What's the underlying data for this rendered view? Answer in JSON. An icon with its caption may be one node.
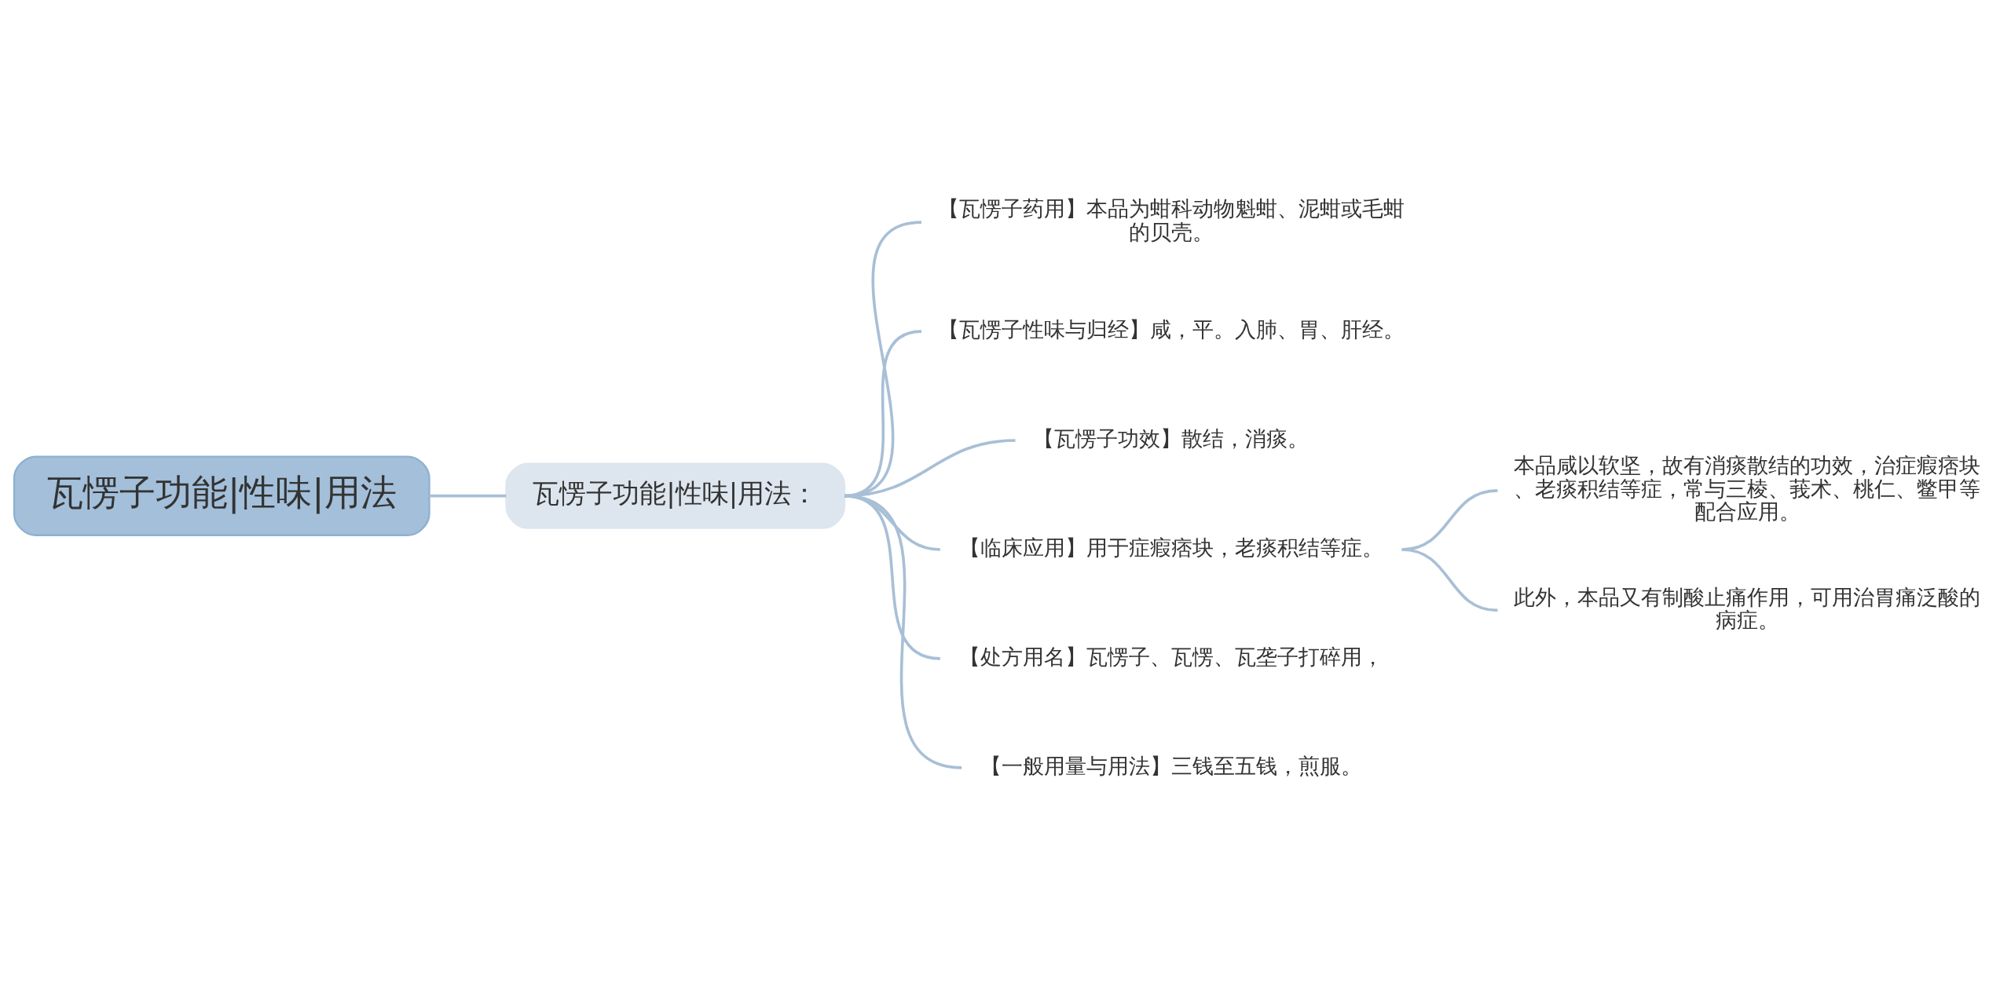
{
  "diagram": {
    "nodes": [
      {
        "text": [
          "瓦愣子功能|性味|用法"
        ]
      },
      {
        "text": [
          "瓦愣子功能|性味|用法："
        ]
      },
      {
        "text": [
          "【瓦愣子药用】本品为蚶科动物魁蚶、泥蚶或毛蚶的贝壳。"
        ]
      },
      {
        "text": [
          "【瓦愣子性味与归经】咸，平。入肺、胃、肝经。"
        ]
      },
      {
        "text": [
          "【瓦愣子功效】散结，消痰。"
        ]
      },
      {
        "text": [
          "【临床应用】用于症瘕痞块，老痰积结等症。"
        ]
      },
      {
        "text": [
          "【处方用名】瓦愣子、瓦愣、瓦垄子打碎用，"
        ]
      },
      {
        "text": [
          "【一般用量与用法】三钱至五钱，煎服。"
        ]
      },
      {
        "text": [
          "本品咸以软坚，故有消痰散结的功效，治症瘕痞块、老痰积结等症，常与三棱、莪术、桃仁、鳖甲等配合应用。"
        ]
      },
      {
        "text": [
          "此外，本品又有制酸止痛作用，可用治胃痛泛酸的病症。"
        ]
      }
    ],
    "edges": [
      {
        "from": 0,
        "to": 1,
        "arrow": "none"
      },
      {
        "from": 1,
        "to": 2,
        "arrow": "none"
      },
      {
        "from": 1,
        "to": 3,
        "arrow": "none"
      },
      {
        "from": 1,
        "to": 4,
        "arrow": "none"
      },
      {
        "from": 1,
        "to": 5,
        "arrow": "none"
      },
      {
        "from": 1,
        "to": 6,
        "arrow": "none"
      },
      {
        "from": 1,
        "to": 7,
        "arrow": "none"
      },
      {
        "from": 5,
        "to": 8,
        "arrow": "none"
      },
      {
        "from": 5,
        "to": 9,
        "arrow": "none"
      }
    ]
  }
}
